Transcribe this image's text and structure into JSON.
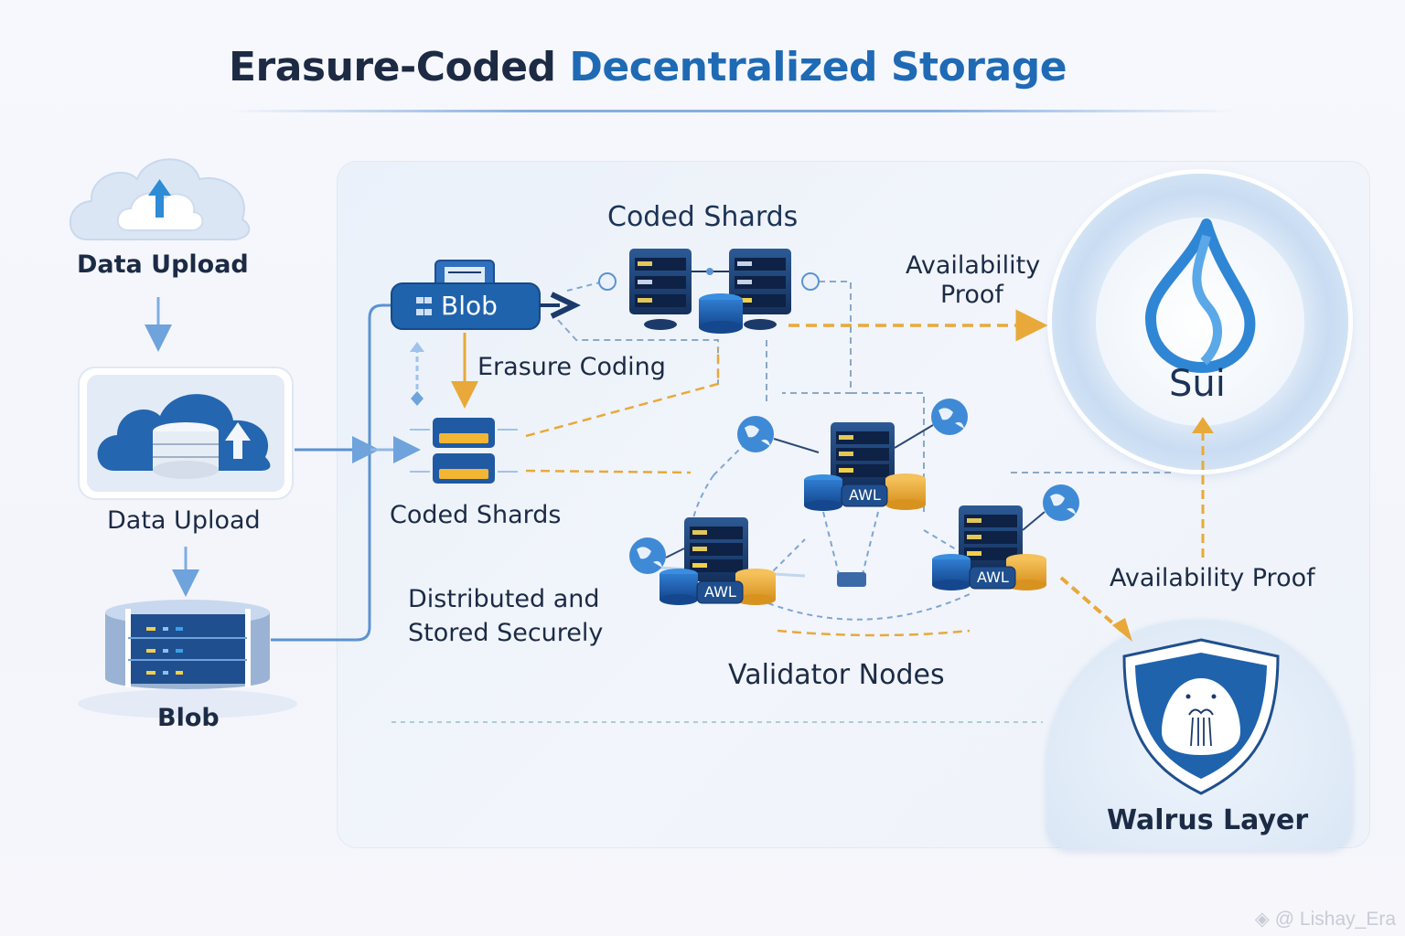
{
  "title": {
    "part1": "Erasure-Coded",
    "part2": "Decentralized Storage"
  },
  "left_column": {
    "cloud_upload_label": "Data Upload",
    "db_cloud_label": "Data Upload",
    "blob_label": "Blob"
  },
  "main": {
    "blob_button_label": "Blob",
    "coded_shards_top_label": "Coded Shards",
    "erasure_coding_label": "Erasure Coding",
    "coded_shards_left_label": "Coded Shards",
    "distributed_label_line1": "Distributed and",
    "distributed_label_line2": "Stored Securely",
    "validator_nodes_label": "Validator Nodes",
    "availability_proof_top_line1": "Availability",
    "availability_proof_top_line2": "Proof",
    "availability_proof_right": "Availability Proof",
    "node_badge": "AWL"
  },
  "sui": {
    "label": "Sui",
    "icon": "water-drop-icon"
  },
  "walrus": {
    "label": "Walrus Layer",
    "icon": "walrus-shield-icon"
  },
  "watermark": "@ Lishay_Era",
  "colors": {
    "title_dark": "#1d2a44",
    "title_blue": "#1f6ab5",
    "primary_blue": "#1f63ad",
    "dark_navy": "#1b3a6b",
    "accent_orange": "#e8a93a",
    "light_blue": "#7eaee0"
  }
}
